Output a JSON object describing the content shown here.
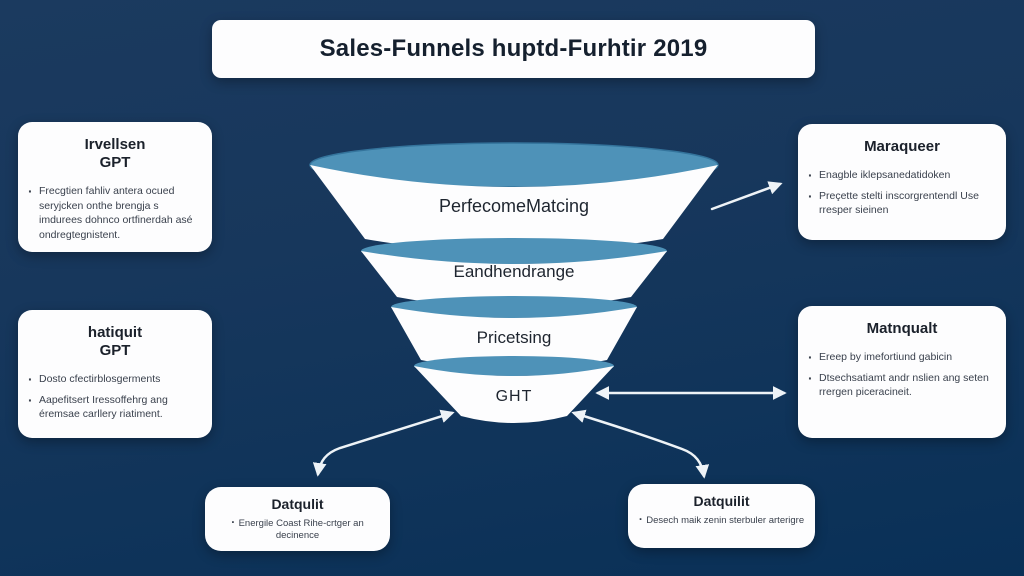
{
  "title_bar": {
    "text": "Sales-Funnels huptd-Furhtir 2019"
  },
  "funnel": {
    "layers": [
      "PerfecomeMatcing",
      "Eandhendrange",
      "Pricetsing",
      "GHT"
    ]
  },
  "cards": {
    "left_top": {
      "title_line1": "Irvellsen",
      "title_line2": "GPT",
      "bullets": [
        "Frecgtien fahliv antera ocued seryjcken onthe brengja s imdurees dohnco ortfinerdah asé ondregtegnistent."
      ]
    },
    "left_bottom": {
      "title_line1": "hatiquit",
      "title_line2": "GPT",
      "bullets": [
        "Dosto cfectirblosgerments",
        "Aapefitsert Iressoffehrg ang éremsae carllery riatiment."
      ]
    },
    "right_top": {
      "title": "Maraqueer",
      "bullets": [
        "Enagble iklepsanedatidoken",
        "Preçette stelti inscorgrentendl Use rresper sieinen"
      ]
    },
    "right_bottom": {
      "title": "Matnqualt",
      "bullets": [
        "Ereep by imefortiund gabicin",
        "Dtsechsatiamt andr nslien ang seten rrergen piceracineit."
      ]
    },
    "bottom_left": {
      "title": "Datqulit",
      "bullets": [
        "Energile Coast Rihe-crtger an decinence"
      ]
    },
    "bottom_right": {
      "title": "Datquilit",
      "bullets": [
        "Desech maik zenin sterbuler arterigre"
      ]
    }
  },
  "colors": {
    "background_top": "#1b3a5f",
    "background_bottom": "#093057",
    "funnel_band_blue": "#4e92b8",
    "funnel_body_white": "#fdfdfe",
    "card_background": "#fdfdfe",
    "arrow_white": "#eef3f7"
  }
}
